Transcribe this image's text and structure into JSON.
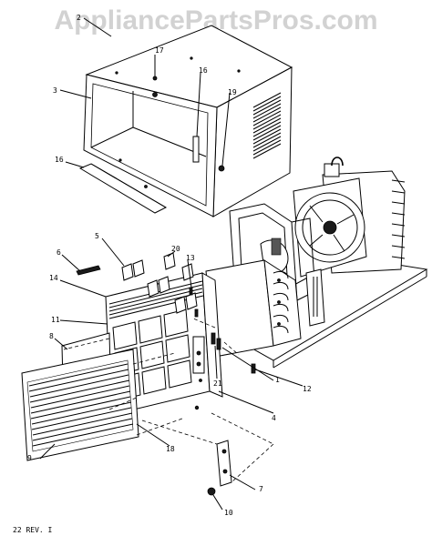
{
  "watermark": "AppliancePartsPros.com",
  "footer_text": "22 REV. I",
  "callouts": {
    "c1": "1",
    "c2": "2",
    "c3": "3",
    "c4": "4",
    "c5": "5",
    "c6": "6",
    "c7": "7",
    "c8": "8",
    "c9": "9",
    "c10": "10",
    "c11": "11",
    "c12": "12",
    "c13": "13",
    "c14": "14",
    "c16a": "16",
    "c16b": "16",
    "c17": "17",
    "c18": "18",
    "c19": "19",
    "c20": "20",
    "c21": "21"
  }
}
